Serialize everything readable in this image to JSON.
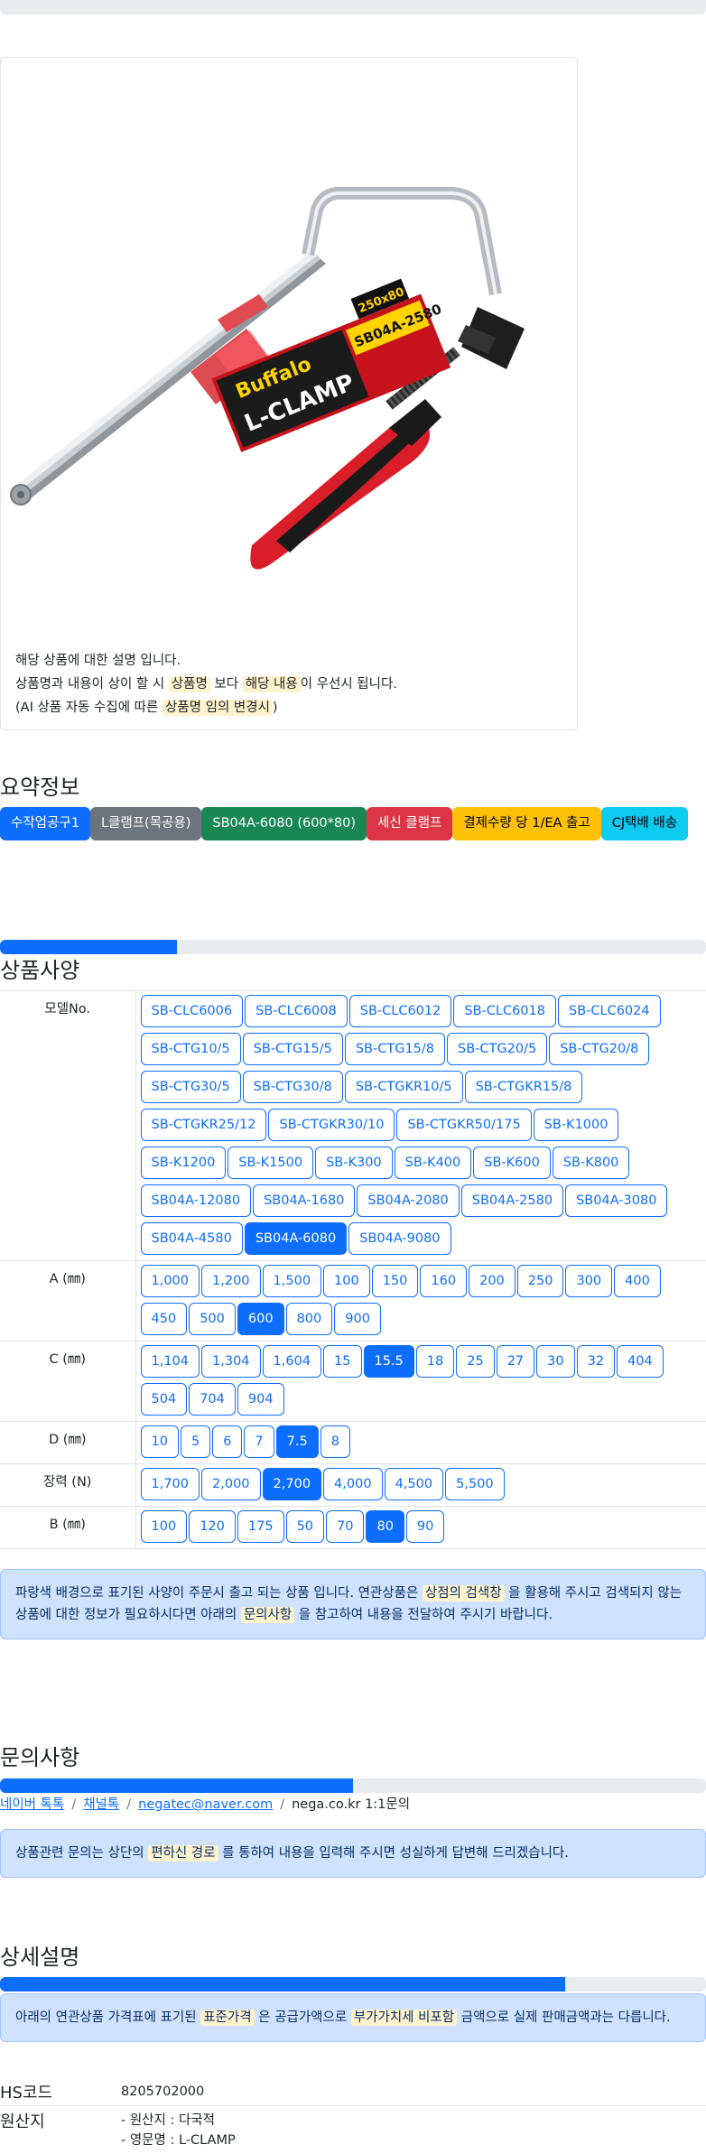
{
  "product": {
    "image_alt": "SB04A-2580 L-CLAMP",
    "label_brand": "Buffalo",
    "label_type": "L-CLAMP",
    "label_model": "SB04A-2580",
    "label_size": "250x80",
    "description": {
      "line1": "해당 상품에 대한 설명 입니다.",
      "line2_a": "상품명과 내용이 상이 할 시 ",
      "line2_hl1": "상품명",
      "line2_b": " 보다 ",
      "line2_hl2": "해당 내용",
      "line2_c": "이 우선시 됩니다.",
      "line3_a": "(AI 상품 자동 수집에 따른 ",
      "line3_hl": "상품명 임의 변경시",
      "line3_b": ")"
    }
  },
  "summary": {
    "title": "요약정보",
    "badges": [
      {
        "label": "수작업공구1",
        "color": "blue"
      },
      {
        "label": "L클램프(목공용)",
        "color": "gray"
      },
      {
        "label": "SB04A-6080 (600*80)",
        "color": "green"
      },
      {
        "label": "세신 클램프",
        "color": "red"
      },
      {
        "label": "결제수량 당 1/EA 출고",
        "color": "yellow"
      },
      {
        "label": "CJ택배 배송",
        "color": "cyan"
      }
    ]
  },
  "specs": {
    "title": "상품사양",
    "progress": 0.25,
    "rows": [
      {
        "label": "모델No.",
        "selected": "SB04A-6080",
        "options": [
          "SB-CLC6006",
          "SB-CLC6008",
          "SB-CLC6012",
          "SB-CLC6018",
          "SB-CLC6024",
          "SB-CTG10/5",
          "SB-CTG15/5",
          "SB-CTG15/8",
          "SB-CTG20/5",
          "SB-CTG20/8",
          "SB-CTG30/5",
          "SB-CTG30/8",
          "SB-CTGKR10/5",
          "SB-CTGKR15/8",
          "SB-CTGKR25/12",
          "SB-CTGKR30/10",
          "SB-CTGKR50/175",
          "SB-K1000",
          "SB-K1200",
          "SB-K1500",
          "SB-K300",
          "SB-K400",
          "SB-K600",
          "SB-K800",
          "SB04A-12080",
          "SB04A-1680",
          "SB04A-2080",
          "SB04A-2580",
          "SB04A-3080",
          "SB04A-4580",
          "SB04A-6080",
          "SB04A-9080"
        ]
      },
      {
        "label": "A (㎜)",
        "selected": "600",
        "options": [
          "1,000",
          "1,200",
          "1,500",
          "100",
          "150",
          "160",
          "200",
          "250",
          "300",
          "400",
          "450",
          "500",
          "600",
          "800",
          "900"
        ]
      },
      {
        "label": "C (㎜)",
        "selected": "15.5",
        "options": [
          "1,104",
          "1,304",
          "1,604",
          "15",
          "15.5",
          "18",
          "25",
          "27",
          "30",
          "32",
          "404",
          "504",
          "704",
          "904"
        ]
      },
      {
        "label": "D (㎜)",
        "selected": "7.5",
        "options": [
          "10",
          "5",
          "6",
          "7",
          "7.5",
          "8"
        ]
      },
      {
        "label": "장력 (N)",
        "selected": "2,700",
        "options": [
          "1,700",
          "2,000",
          "2,700",
          "4,000",
          "4,500",
          "5,500"
        ]
      },
      {
        "label": "B (㎜)",
        "selected": "80",
        "options": [
          "100",
          "120",
          "175",
          "50",
          "70",
          "80",
          "90"
        ]
      }
    ],
    "notice": {
      "a": "파랑색 배경으로 표기된 사양이 주문시 출고 되는 상품 입니다. 연관상품은 ",
      "hl1": "상점의 검색창",
      "b": " 을 활용해 주시고 검색되지 않는 상품에 대한 정보가 필요하시다면 아래의 ",
      "hl2": "문의사항",
      "c": " 을 참고하여 내용을 전달하여 주시기 바랍니다."
    }
  },
  "inquiry": {
    "title": "문의사항",
    "progress": 0.5,
    "links": [
      "네이버 톡톡",
      "채널톡",
      "negatec@naver.com"
    ],
    "plain": "nega.co.kr 1:1문의",
    "notice": {
      "a": "상품관련 문의는 상단의 ",
      "hl": "편하신 경로",
      "b": " 를 통하여 내용을 입력해 주시면 성실하게 답변해 드리겠습니다."
    }
  },
  "detail": {
    "title": "상세설명",
    "progress": 0.8,
    "notice": {
      "a": "아래의 연관상품 가격표에 표기된 ",
      "hl1": "표준가격",
      "b": " 은 공급가액으로 ",
      "hl2": "부가가치세 비포함",
      "c": " 금액으로 실제 판매금액과는 다릅니다."
    },
    "hs_label": "HS코드",
    "hs_value": "8205702000",
    "origin_label": "원산지",
    "origin_lines": [
      "- 원산지 : 다국적",
      "- 영문명 : L-CLAMP"
    ]
  }
}
